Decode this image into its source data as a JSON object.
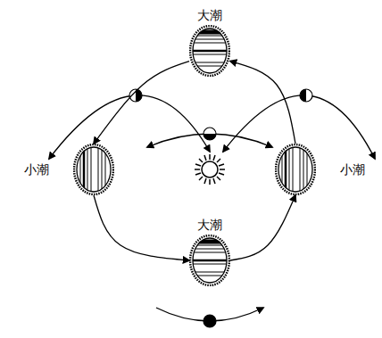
{
  "diagram": {
    "nodes": [
      {
        "text": [
          "大潮"
        ]
      },
      {
        "text": [
          "小潮"
        ]
      },
      {
        "text": [
          "小潮"
        ]
      },
      {
        "text": [
          "大潮"
        ]
      }
    ],
    "edges": [
      {
        "from": 0,
        "to": 1,
        "arrow": "to"
      },
      {
        "from": 1,
        "to": 3,
        "arrow": "to"
      },
      {
        "from": 3,
        "to": 2,
        "arrow": "to"
      },
      {
        "from": 2,
        "to": 0,
        "arrow": "to"
      }
    ]
  }
}
